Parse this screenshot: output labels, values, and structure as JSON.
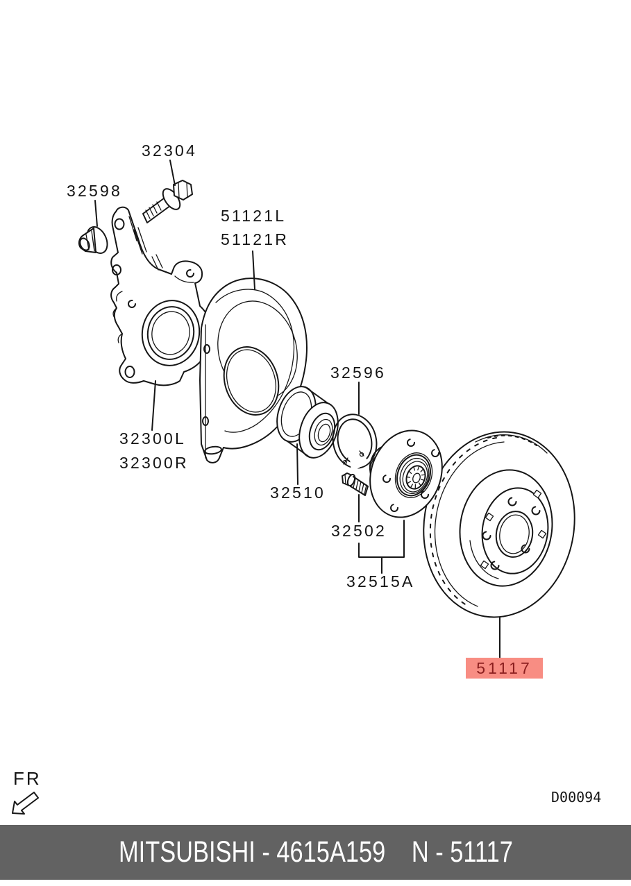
{
  "diagram": {
    "part_labels": {
      "bolt": "32304",
      "nut": "32598",
      "dust_shield_line1": "51121L",
      "dust_shield_line2": "51121R",
      "knuckle_line1": "32300L",
      "knuckle_line2": "32300R",
      "snap_ring": "32596",
      "bearing": "32510",
      "wheel_stud": "32502",
      "hub_assembly": "32515A",
      "brake_disc": "51117"
    },
    "orientation_label": "FR",
    "drawing_code": "D00094",
    "line_color": "#161616",
    "label_color": "#141414",
    "highlight_bg": "#f88d83",
    "highlight_text": "#8b1e1e"
  },
  "footer": {
    "left_text": "MITSUBISHI - 4615A159",
    "right_text": "N - 51117",
    "background": "#626262",
    "text_color": "#ffffff"
  }
}
